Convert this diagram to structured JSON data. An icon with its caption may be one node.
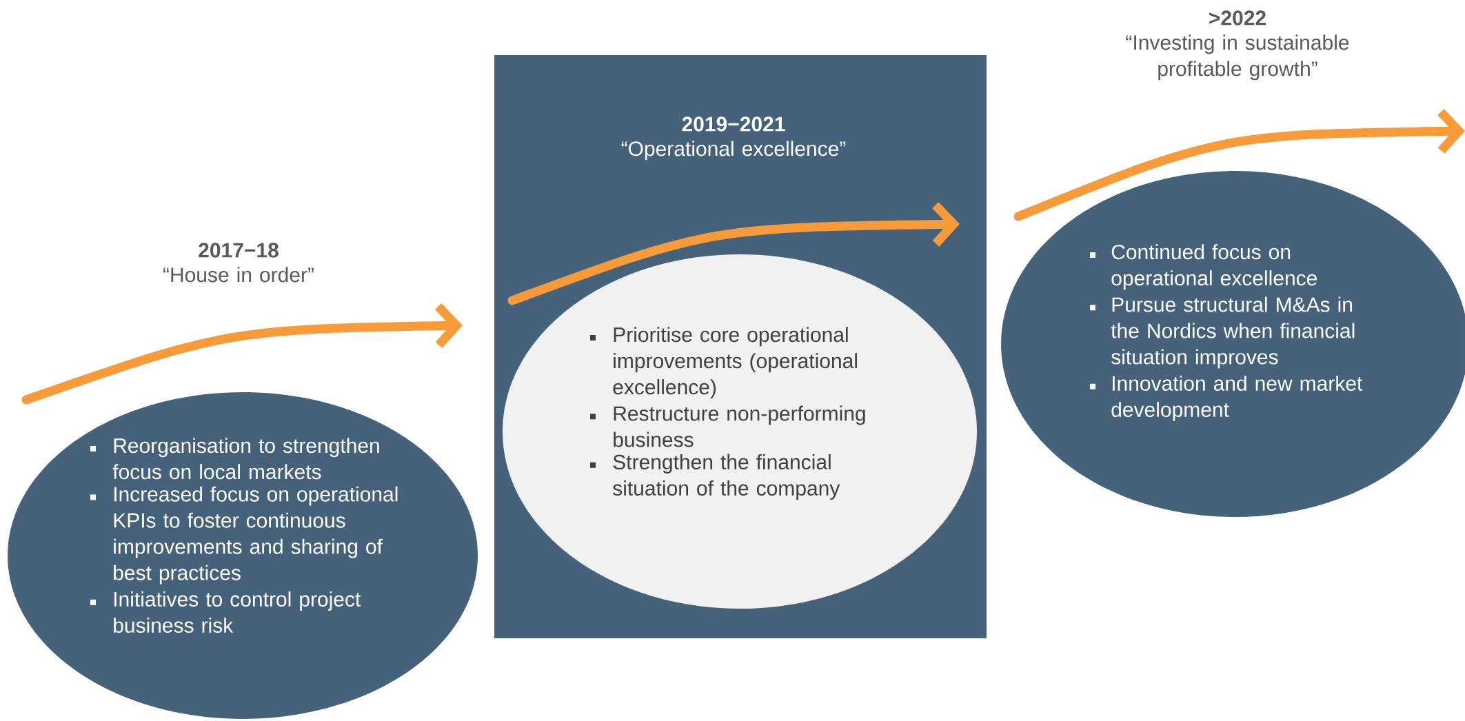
{
  "diagram": {
    "nodes": [
      {
        "text": [
          "Reorganisation to strengthen focus on local markets",
          "Increased focus on operational KPIs to foster continuous improvements and sharing of best practices",
          "Initiatives to control project business risk"
        ],
        "beside": [
          "2017−18",
          "“House in order”"
        ]
      },
      {
        "text": [
          "2019−2021",
          "“Operational excellence”"
        ]
      },
      {
        "text": [
          "Prioritise core operational improvements (operational excellence)",
          "Restructure non-performing business",
          "Strengthen the financial situation of the company"
        ],
        "in": 1
      },
      {
        "text": [
          "Continued focus on operational excellence",
          "Pursue structural M&As in the Nordics when financial situation improves",
          "Innovation and new market development"
        ],
        "beside": [
          ">2022",
          "“Investing in sustainable profitable growth”"
        ]
      }
    ]
  }
}
